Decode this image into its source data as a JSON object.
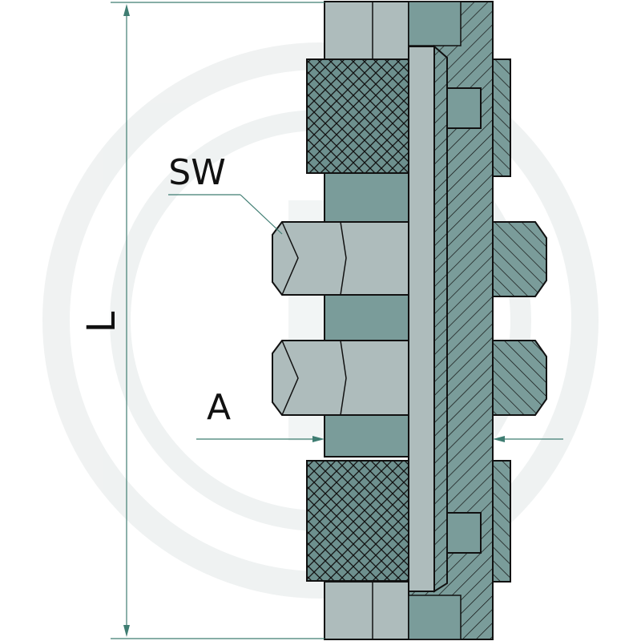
{
  "labels": {
    "length": "L",
    "wrench_size": "SW",
    "outer_diameter": "A"
  },
  "colors": {
    "background": "#ffffff",
    "watermark": "#e6eaea",
    "metal_light": "#aebcbc",
    "metal_dark": "#7a9c9a",
    "knurl": "#6d908e",
    "outline": "#111111",
    "dimension_line": "#3f7d72"
  },
  "icons": {
    "watermark": "circle-logo-watermark-icon"
  }
}
